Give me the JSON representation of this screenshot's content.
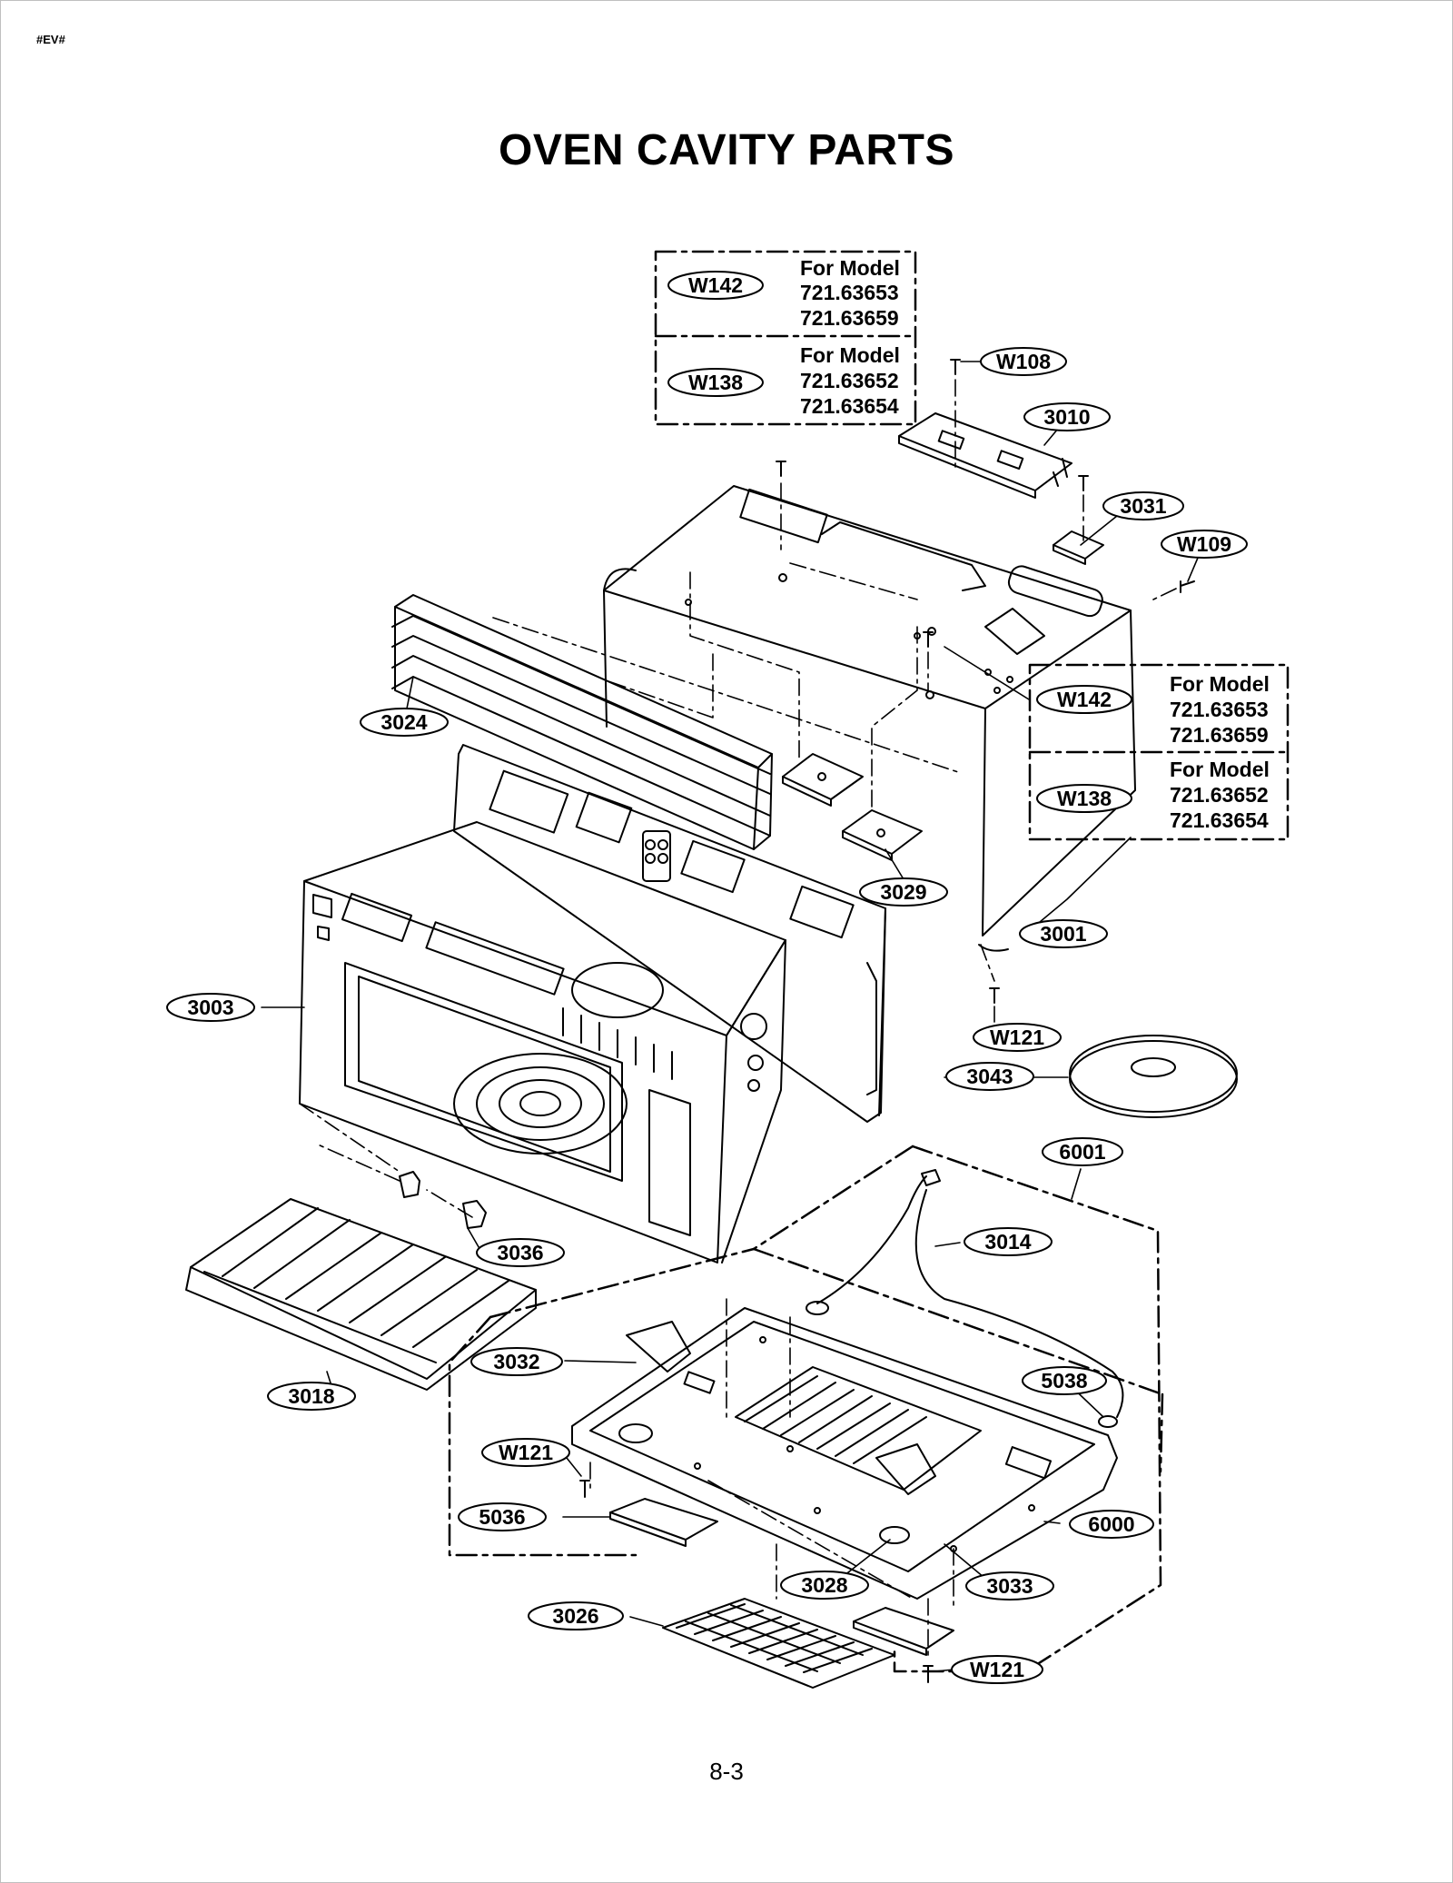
{
  "document": {
    "code": "#EV#",
    "title": "OVEN CAVITY PARTS",
    "page_number": "8-3"
  },
  "model_boxes": {
    "top": {
      "rows": [
        {
          "part": "W142",
          "heading": "For Model",
          "models": [
            "721.63653",
            "721.63659"
          ]
        },
        {
          "part": "W138",
          "heading": "For Model",
          "models": [
            "721.63652",
            "721.63654"
          ]
        }
      ]
    },
    "right": {
      "rows": [
        {
          "part": "W142",
          "heading": "For Model",
          "models": [
            "721.63653",
            "721.63659"
          ]
        },
        {
          "part": "W138",
          "heading": "For Model",
          "models": [
            "721.63652",
            "721.63654"
          ]
        }
      ]
    }
  },
  "callouts": {
    "w108": "W108",
    "p3010": "3010",
    "p3031": "3031",
    "w109": "W109",
    "p3024": "3024",
    "p3029": "3029",
    "p3001": "3001",
    "p3003": "3003",
    "w121_a": "W121",
    "p3043": "3043",
    "p6001": "6001",
    "p3014": "3014",
    "p3036": "3036",
    "p3018": "3018",
    "p3032": "3032",
    "p5038": "5038",
    "w121_b": "W121",
    "p5036": "5036",
    "p6000": "6000",
    "p3028": "3028",
    "p3033": "3033",
    "p3026": "3026",
    "w121_c": "W121"
  },
  "colors": {
    "ink": "#000000",
    "paper": "#ffffff",
    "border": "#bfbfbf"
  }
}
